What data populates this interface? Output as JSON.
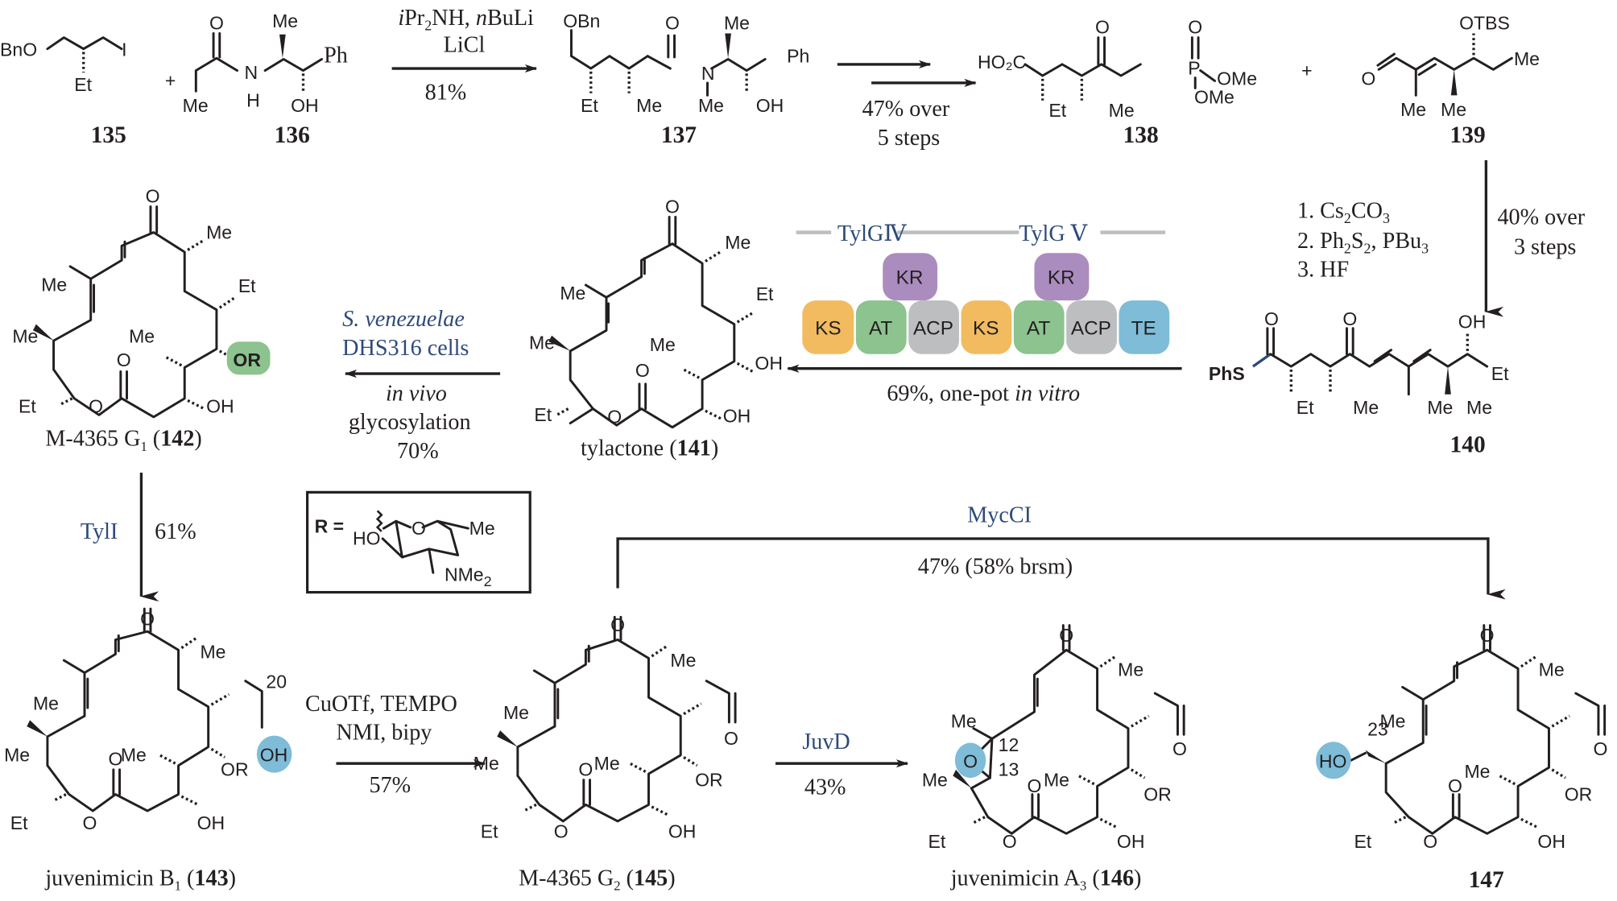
{
  "colors": {
    "ink": "#231f20",
    "enzyme_text": "#2e4a7a",
    "KS": "#f2bb60",
    "AT": "#8cc38f",
    "ACP": "#bcbec0",
    "KR": "#ab8cbf",
    "TE": "#7ebcd8",
    "highlight_blue": "#7ebcd8",
    "highlight_green": "#8cc38f",
    "module_line": "#bcbec0"
  },
  "compounds": {
    "c135": {
      "id": "135",
      "atoms": {
        "bno": "BnO",
        "i": "I",
        "et": "Et"
      }
    },
    "c136": {
      "id": "136",
      "atoms": {
        "o": "O",
        "me1": "Me",
        "n": "N",
        "h": "H",
        "me2": "Me",
        "ph": "Ph",
        "oh": "OH"
      }
    },
    "c137": {
      "id": "137",
      "atoms": {
        "obn": "OBn",
        "o": "O",
        "me_top": "Me",
        "ph": "Ph",
        "n": "N",
        "et": "Et",
        "me1": "Me",
        "me2": "Me",
        "oh": "OH"
      }
    },
    "c138": {
      "id": "138",
      "atoms": {
        "ho2c": "HO₂C",
        "o1": "O",
        "o2": "O",
        "p": "P",
        "ome1": "OMe",
        "ome2": "OMe",
        "et": "Et",
        "me": "Me"
      }
    },
    "c139": {
      "id": "139",
      "atoms": {
        "o": "O",
        "otbs": "OTBS",
        "me_end": "Me",
        "me1": "Me",
        "me2": "Me"
      }
    },
    "c140": {
      "id": "140",
      "atoms": {
        "phs": "PhS",
        "o1": "O",
        "o2": "O",
        "oh": "OH",
        "et_end": "Et",
        "et": "Et",
        "me1": "Me",
        "me2": "Me",
        "me3": "Me"
      }
    },
    "c141": {
      "id": "141",
      "name": "tylactone",
      "atoms": {
        "o_keto": "O",
        "me_a": "Me",
        "et_a": "Et",
        "me_b": "Me",
        "me_c": "Me",
        "me_d": "Me",
        "oh1": "OH",
        "oh2": "OH",
        "o_lac": "O",
        "o_ring": "O",
        "et_b": "Et"
      }
    },
    "c142": {
      "id": "142",
      "name": "M-4365 G",
      "name_sub": "1",
      "atoms": {
        "o_keto": "O",
        "me_a": "Me",
        "et_a": "Et",
        "me_b": "Me",
        "me_c": "Me",
        "me_d": "Me",
        "or": "OR",
        "oh": "OH",
        "o_lac": "O",
        "o_ring": "O",
        "et_b": "Et"
      }
    },
    "c143": {
      "id": "143",
      "name": "juvenimicin B",
      "name_sub": "1",
      "atoms": {
        "o_keto": "O",
        "me_a": "Me",
        "me_b": "Me",
        "me_c": "Me",
        "me_d": "Me",
        "num20": "20",
        "oh_hl": "OH",
        "or": "OR",
        "oh": "OH",
        "o_lac": "O",
        "o_ring": "O",
        "et_b": "Et"
      }
    },
    "c145": {
      "id": "145",
      "name": "M-4365 G",
      "name_sub": "2",
      "atoms": {
        "o_keto": "O",
        "me_a": "Me",
        "me_b": "Me",
        "me_c": "Me",
        "me_d": "Me",
        "o_ald": "O",
        "or": "OR",
        "oh": "OH",
        "o_lac": "O",
        "o_ring": "O",
        "et_b": "Et"
      }
    },
    "c146": {
      "id": "146",
      "name": "juvenimicin A",
      "name_sub": "3",
      "atoms": {
        "o_keto": "O",
        "me_a": "Me",
        "me_b": "Me",
        "me_c": "Me",
        "me_d": "Me",
        "o_epox": "O",
        "n12": "12",
        "n13": "13",
        "o_ald": "O",
        "or": "OR",
        "oh": "OH",
        "o_lac": "O",
        "o_ring": "O",
        "et_b": "Et"
      }
    },
    "c147": {
      "id": "147",
      "atoms": {
        "o_keto": "O",
        "me_a": "Me",
        "me_b": "Me",
        "me_c": "Me",
        "num23": "23",
        "ho_hl": "HO",
        "o_ald": "O",
        "or": "OR",
        "oh": "OH",
        "o_lac": "O",
        "o_ring": "O",
        "et_b": "Et"
      }
    }
  },
  "r_group": {
    "label": "R =",
    "atoms": {
      "ho": "HO",
      "o": "O",
      "me": "Me",
      "nme2": "NMe",
      "nme2_sub": "2"
    }
  },
  "steps": {
    "s1": {
      "line1_a": "i",
      "line1_b": "Pr",
      "line1_sub": "2",
      "line1_c": "NH, ",
      "line1_d": "n",
      "line1_e": "BuLi",
      "line2": "LiCl",
      "yield": "81%"
    },
    "s2": {
      "yield_line1": "47% over",
      "yield_line2": "5 steps"
    },
    "plus1": "+",
    "plus2": "+",
    "s3": {
      "r1": "1. Cs",
      "r1_sub1": "2",
      "r1_b": "CO",
      "r1_sub2": "3",
      "r2": "2. Ph",
      "r2_sub1": "2",
      "r2_b": "S",
      "r2_sub2": "2",
      "r2_c": ", PBu",
      "r2_sub3": "3",
      "r3": "3. HF",
      "yield_line1": "40% over",
      "yield_line2": "3 steps"
    },
    "s4": {
      "yield_a": "69%, one-pot ",
      "yield_b": "in vitro"
    },
    "s5": {
      "organism": "S. venezuelae",
      "strain": "DHS316 cells",
      "mode": "in vivo",
      "reaction": "glycosylation",
      "yield": "70%"
    },
    "s6": {
      "enzyme": "TylI",
      "yield": "61%"
    },
    "s7": {
      "line1": "CuOTf, TEMPO",
      "line2": "NMI, bipy",
      "yield": "57%"
    },
    "s8": {
      "enzyme": "JuvD",
      "yield": "43%"
    },
    "s9": {
      "enzyme": "MycCI",
      "yield": "47% (58% brsm)"
    }
  },
  "pks": {
    "modules": [
      "TylGⅣ",
      "TylG Ⅴ"
    ],
    "row1": [
      "KS",
      "AT",
      "ACP",
      "KS",
      "AT",
      "ACP",
      "TE"
    ],
    "kr": [
      "KR",
      "KR"
    ]
  }
}
